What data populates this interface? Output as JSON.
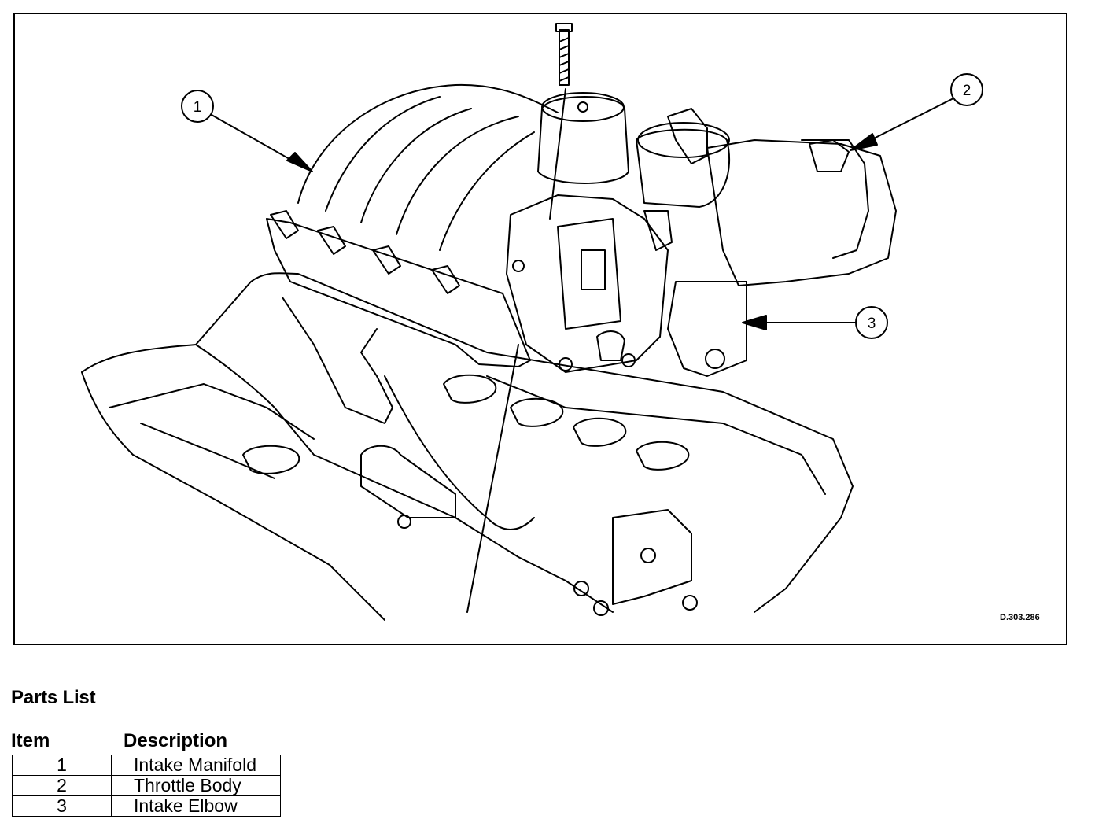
{
  "figure": {
    "reference_code": "D.303.286",
    "callouts": [
      "1",
      "2",
      "3"
    ]
  },
  "parts_list": {
    "title": "Parts List",
    "columns": {
      "item": "Item",
      "description": "Description"
    },
    "rows": [
      {
        "item": "1",
        "description": "Intake Manifold"
      },
      {
        "item": "2",
        "description": "Throttle Body"
      },
      {
        "item": "3",
        "description": "Intake Elbow"
      }
    ]
  },
  "colors": {
    "line": "#000000",
    "background": "#ffffff"
  }
}
